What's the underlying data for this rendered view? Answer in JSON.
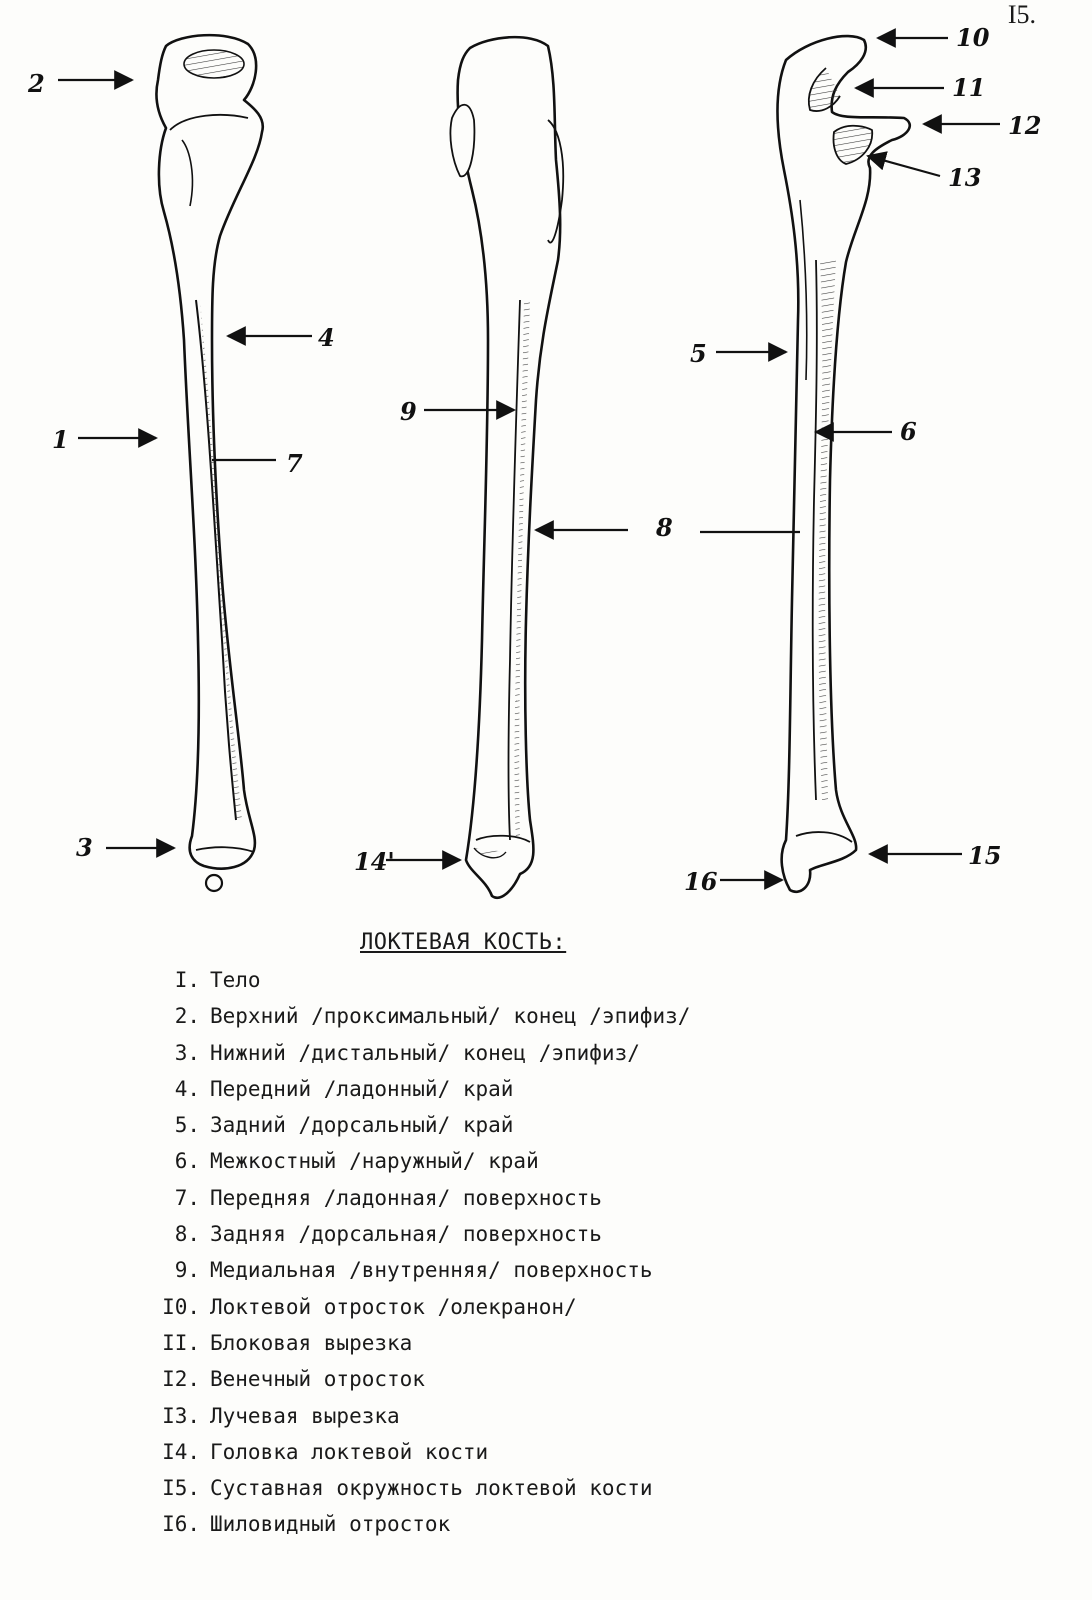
{
  "page_number": "I5.",
  "diagram": {
    "title": "ЛОКТЕВАЯ КОСТЬ:",
    "callouts": [
      "2",
      "3",
      "1",
      "4",
      "7",
      "9",
      "8",
      "14'",
      "10",
      "11",
      "12",
      "13",
      "5",
      "6",
      "16",
      "15"
    ]
  },
  "legend": [
    {
      "num": "I.",
      "text": "Тело"
    },
    {
      "num": "2.",
      "text": "Верхний /проксимальный/ конец /эпифиз/"
    },
    {
      "num": "3.",
      "text": "Нижний /дистальный/ конец /эпифиз/"
    },
    {
      "num": "4.",
      "text": "Передний /ладонный/ край"
    },
    {
      "num": "5.",
      "text": "Задний /дорсальный/ край"
    },
    {
      "num": "6.",
      "text": "Межкостный /наружный/ край"
    },
    {
      "num": "7.",
      "text": "Передняя /ладонная/ поверхность"
    },
    {
      "num": "8.",
      "text": "Задняя /дорсальная/ поверхность"
    },
    {
      "num": "9.",
      "text": "Медиальная /внутренняя/ поверхность"
    },
    {
      "num": "I0.",
      "text": "Локтевой отросток /олекранон/"
    },
    {
      "num": "II.",
      "text": "Блоковая вырезка"
    },
    {
      "num": "I2.",
      "text": "Венечный отросток"
    },
    {
      "num": "I3.",
      "text": "Лучевая вырезка"
    },
    {
      "num": "I4.",
      "text": "Головка локтевой кости"
    },
    {
      "num": "I5.",
      "text": "Суставная окружность локтевой кости"
    },
    {
      "num": "I6.",
      "text": "Шиловидный отросток"
    }
  ]
}
